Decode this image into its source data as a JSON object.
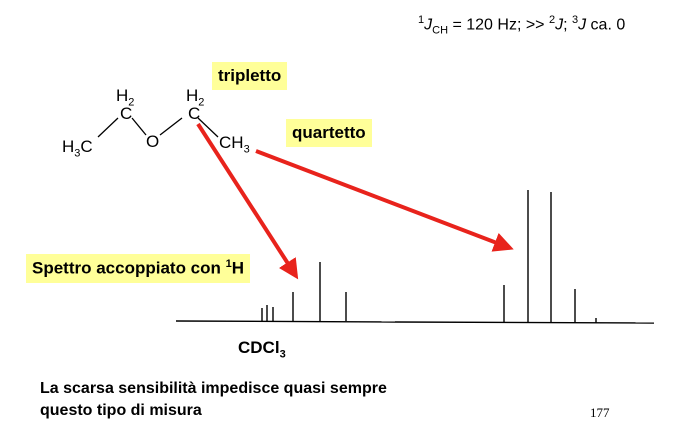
{
  "header": {
    "j_sup": "1",
    "j_letter": "J",
    "j_sub": "CH",
    "j_rest": " = 120 Hz; >> ",
    "j2_sup": "2",
    "j2_letter": "J",
    "sep": "; ",
    "j3_sup": "3",
    "j3_letter": "J",
    "j3_rest": " ca. 0"
  },
  "molecule": {
    "h3c": "H",
    "h3c_sub": "3",
    "h3c_c": "C",
    "ch2_left_h": "H",
    "ch2_left_sub": "2",
    "ch2_left_c": "C",
    "oxygen": "O",
    "ch2_right_h": "H",
    "ch2_right_sub": "2",
    "ch2_right_c": "C",
    "ch3": "CH",
    "ch3_sub": "3"
  },
  "labels": {
    "tripletto": "tripletto",
    "quartetto": "quartetto",
    "spettro": "Spettro accoppiato con ",
    "spettro_sup": "1",
    "spettro_h": "H"
  },
  "solvent": {
    "text": "CDCl",
    "sub": "3"
  },
  "note": {
    "line1": "La scarsa sensibilità impedisce quasi sempre",
    "line2": "questo tipo di misura"
  },
  "page_number": "177",
  "colors": {
    "highlight": "#ffff99",
    "arrow": "#e8231c",
    "ink": "#000000"
  }
}
